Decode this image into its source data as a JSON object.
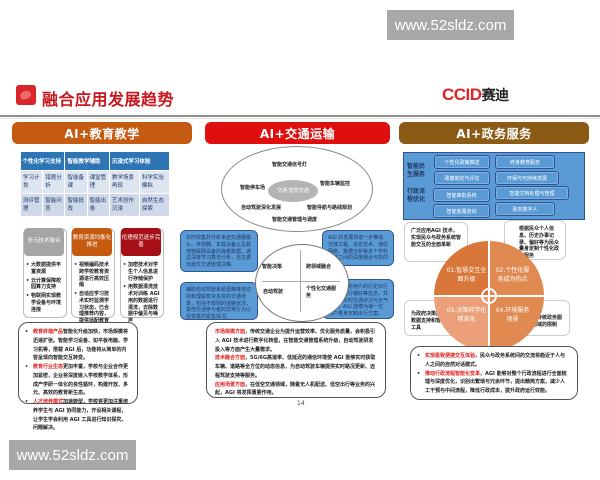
{
  "watermark": "www.52sldz.com",
  "header": {
    "title": "融合应用发展趋势",
    "brand_latin": "CCID",
    "brand_cn": "赛迪",
    "accent_color": "#c8171d"
  },
  "page_number": "14",
  "education": {
    "title": "AI+教育教学",
    "color": "#c55a11",
    "table": {
      "headers": [
        "个性化学习支持",
        "智能教学辅助",
        "沉浸式学习体验"
      ],
      "rows": [
        [
          "学习计划",
          "错题分析",
          "智能备课",
          "课堂管理",
          "教学场景再现",
          "科学实验模拟"
        ],
        [
          "测评管理",
          "智能问答",
          "智能批改",
          "智能出卷",
          "艺术创作沉浸",
          "自然生态探索"
        ]
      ]
    },
    "tags": [
      {
        "label": "多元技术融合",
        "color": "#a5a5a5",
        "items": [
          "大数据提供丰富资源",
          "云计算保障校园算力支持",
          "物联网实现教学设备与环境连接"
        ]
      },
      {
        "label": "教育资源均衡化推进",
        "color": "#c55a11",
        "items": [
          "视频编码技术跨学校教育资源进行高效压缩",
          "自适应学习技术实时监测学习状态，已合理推荐内容，提供适配教育资源"
        ]
      },
      {
        "label": "伦理规范逐步完善",
        "color": "#a50f15",
        "items": [
          "加密技术对学生个人信息进行存储保护",
          "用数据清洗技术对训练 AGI 用的数据进行清洗，去除数据中偏见与噪声"
        ]
      }
    ],
    "notes": [
      {
        "highlight": "教育终端产品",
        "text": "智能化升级加快，市场规模将迅速扩张。智能学习设备、如平板电脑、学习机等，搭载 AGI 后，功能将从简单的内容呈现向智能交互转变。"
      },
      {
        "highlight": "教育行业生态",
        "text": "更加丰富，学校与企业合作更加紧密，企业将深度嵌入学校教学体系，形成产学研一体化的良性循环，构建开放、多元、高效的教育新生态。"
      },
      {
        "highlight": "人才培养模式",
        "text": "加速转型，学校将更加注重培养学生与 AGI 协同能力，开设相关课程，让学生学会利用 AGI 工具进行知识探究、问题解决。"
      }
    ]
  },
  "transport": {
    "title": "AI+交通运输",
    "color": "#e00f0f",
    "ellipse_center": "交通-智慧交通",
    "ellipse_items": [
      "智能交通信号灯",
      "智能停车场",
      "智能车辆监控",
      "自动驾驶深化发展",
      "智能导航与路线规划",
      "智能交通管理与调度"
    ],
    "quad_items": [
      "智能决策",
      "跨领域融合",
      "自动驾驶",
      "个性化交通服务"
    ],
    "left_boxes": [
      "实时收集并分析来自交通摄像头、传感器、车载设备以及其他物联网设备的海量数据，通过深度学习算法分析，自主做出最优交通管理决策。",
      "辅助自动驾驶系统更精准地识别和理解复杂多变的交通场景，包括不规则的道路状况，其他交通参与者的异常行为以及突发的紧急情况。"
    ],
    "right_boxes": [
      "AGI 的发展将进一步推动交通工程、信息技术、通信网络、数据分析等多个学科领域之间的深度融合与协同创新。",
      "收集和分析用户的历史出行数据、出行偏好等信息，并行结合实时交通状况与天气数据，AGI 能够为每一位用户量身定制出行方案。"
    ],
    "notes": [
      {
        "highlight": "市场规模方面",
        "text": "，传统交通企业为提升运营效率、优化服务质量，会积极引入 AGI 技术进行数字化转型，在智能交通管理系统升级，自动驾驶研发投入等方面产生大量需求。"
      },
      {
        "highlight": "技术融合方面",
        "text": "，5G/6G高速率、低延迟的通信环境使 AGI 能够实时获取车辆、道路等全方位的动态信息，为自动驾驶车辆提供实时路况更新、远程驾驶支持等服务。"
      },
      {
        "highlight": "应用场景方面",
        "text": "，在低空交通领域，随着无人机配送、低空出行等业务的兴起，AGI 将发挥重要作用。"
      }
    ]
  },
  "government": {
    "title": "AI+政务服务",
    "color": "#8b5a14",
    "panel_labels": [
      "智能民生服务",
      "行政流程优化"
    ],
    "panel_buttons": [
      "个性化政策推送",
      "终身教育服务",
      "政策制定与评估",
      "环保与可持续发展",
      "智能审批系统",
      "智能文档处理与管理",
      "智能客服咨询",
      "政务数字人"
    ],
    "side_boxes": [
      "广泛应用AGI 技术，实现民众与政务系统智能交互的全面革新",
      "根据民众个人信息、历史办事记录、偏好等为民众量身定制个性化政务服务",
      "为政府决策提供强大数据支持和智能分析工具",
      "打破传统政务服务地域的限制"
    ],
    "pie": [
      {
        "label": "01.智慧交互全面升级",
        "color": "#d9773a"
      },
      {
        "label": "02.个性化服务成为热点",
        "color": "#e08a52"
      },
      {
        "label": "03.决策科学化精准化",
        "color": "#eba07a"
      },
      {
        "label": "04.环境服务场景",
        "color": "#e08a52"
      }
    ],
    "notes": [
      {
        "highlight": "实现极致便捷交互体验",
        "text": "，民众与政务系统间的交流将趋近于人与人之间的自然对话模式。"
      },
      {
        "highlight": "推动行政流程智能化变革",
        "text": "，AGI 能够对整个行政流程进行全面梳理与深度优化，识别出繁琐与冗余环节，提出精简方案，减少人工干预与中间流程，降低行政成本，提升政府运行效能。"
      }
    ]
  }
}
